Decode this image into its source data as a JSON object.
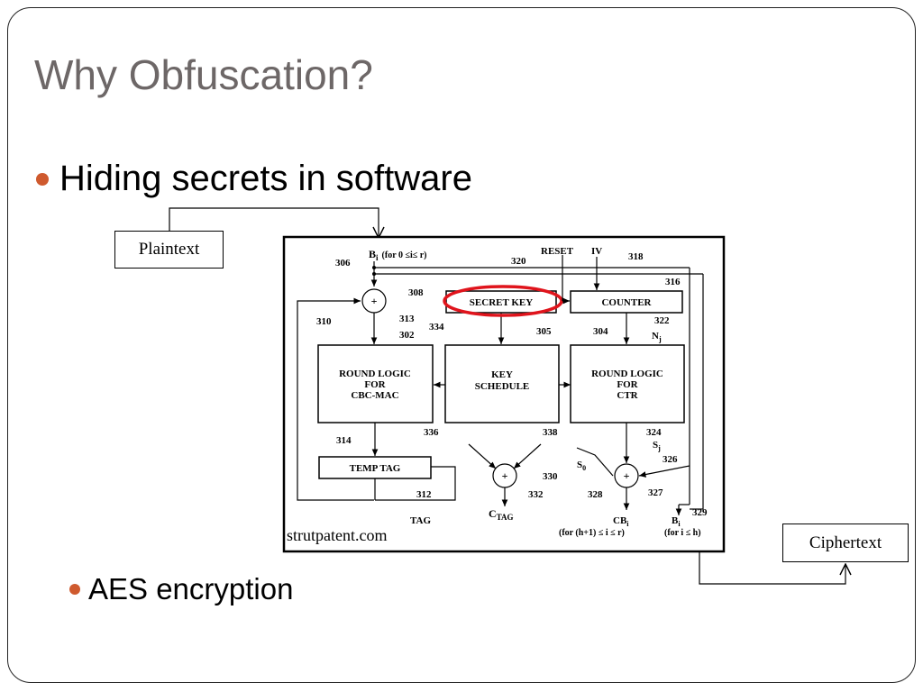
{
  "slide": {
    "title": "Why Obfuscation?",
    "bullet1": "Hiding secrets in software",
    "bullet2": "AES encryption",
    "plaintext_label": "Plaintext",
    "ciphertext_label": "Ciphertext",
    "bullet_color": "#cf5a2e",
    "highlight_color": "#e0141c"
  },
  "diagram": {
    "input_label": "B",
    "input_sub": "i",
    "input_range": "(for 0 ≤i≤ r)",
    "reset": "RESET",
    "iv": "IV",
    "secret_key": "SECRET KEY",
    "counter": "COUNTER",
    "round_cbc": [
      "ROUND LOGIC",
      "FOR",
      "CBC-MAC"
    ],
    "key_schedule": [
      "KEY",
      "SCHEDULE"
    ],
    "round_ctr": [
      "ROUND LOGIC",
      "FOR",
      "CTR"
    ],
    "temp_tag": "TEMP TAG",
    "plus": "+",
    "tag": "TAG",
    "ctag": "C",
    "ctag_sub": "TAG",
    "cb": "CB",
    "cb_sub": "i",
    "cb_range": "(for (h+1) ≤ i ≤ r)",
    "bi_out": "B",
    "bi_out_sub": "i",
    "bi_out_range": "(for i ≤ h)",
    "nj": "N",
    "nj_sub": "j",
    "sj": "S",
    "sj_sub": "j",
    "s0": "S",
    "s0_sub": "0",
    "credit": "strutpatent.com",
    "refs": {
      "r306": "306",
      "r320": "320",
      "r318": "318",
      "r308": "308",
      "r316": "316",
      "r310": "310",
      "r313": "313",
      "r334": "334",
      "r302": "302",
      "r305": "305",
      "r304": "304",
      "r322": "322",
      "r336": "336",
      "r338": "338",
      "r314": "314",
      "r324": "324",
      "r326": "326",
      "r330": "330",
      "r312": "312",
      "r332": "332",
      "r328": "328",
      "r327": "327",
      "r329": "329"
    }
  }
}
